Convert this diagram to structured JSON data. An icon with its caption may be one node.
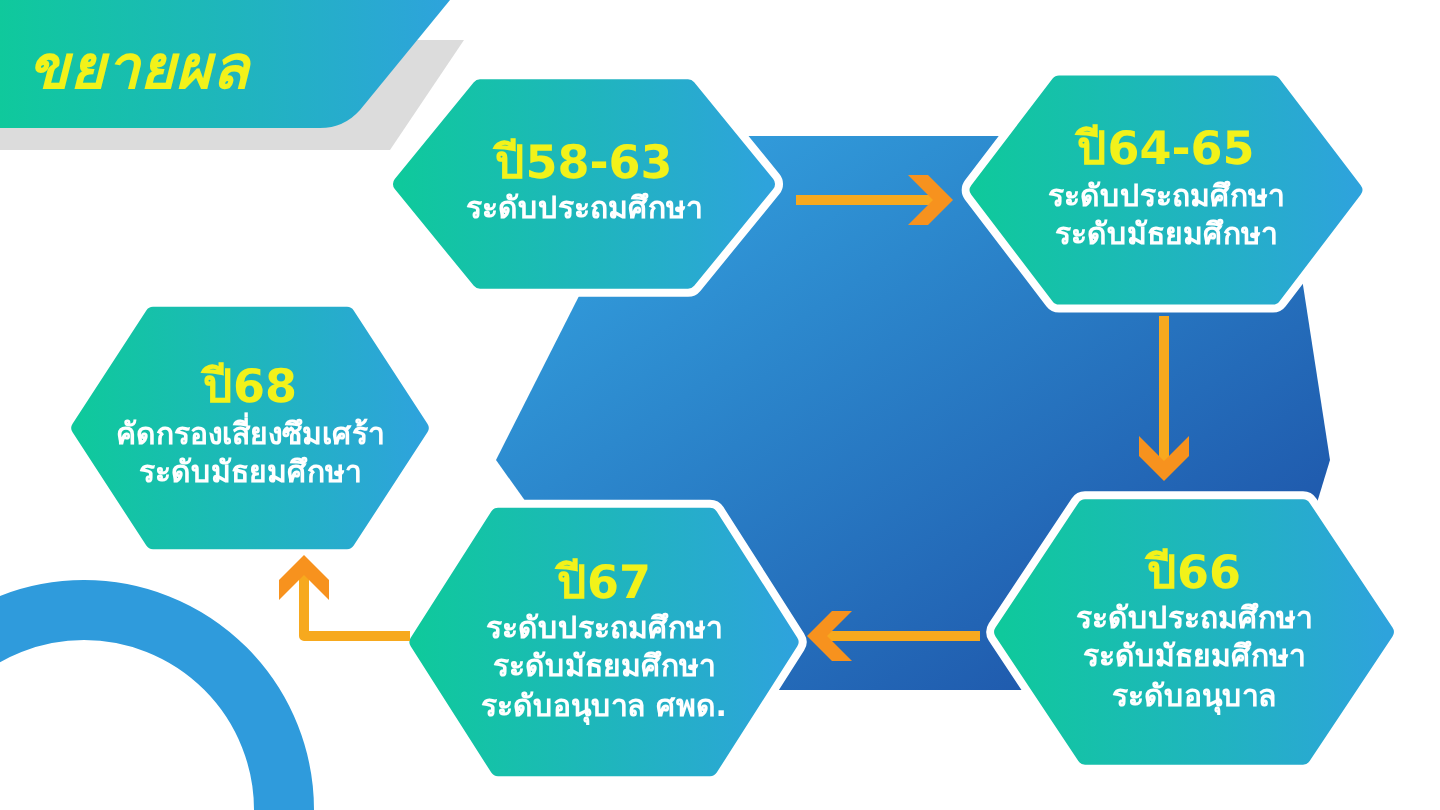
{
  "diagram": {
    "title": "ขยายผล",
    "nodes": [
      {
        "text": [
          "ปี58-63",
          "ระดับประถมศึกษา"
        ]
      },
      {
        "text": [
          "ปี64-65",
          "ระดับประถมศึกษา ระดับมัธยมศึกษา"
        ]
      },
      {
        "text": [
          "ปี66",
          "ระดับประถมศึกษา ระดับมัธยมศึกษา ระดับอนุบาล"
        ]
      },
      {
        "text": [
          "ปี67",
          "ระดับประถมศึกษา ระดับมัธยมศึกษา ระดับอนุบาล ศพด."
        ]
      },
      {
        "text": [
          "ปี68",
          "คัดกรองเสี่ยงซึมเศร้า ระดับมัธยมศึกษา"
        ]
      }
    ],
    "edges": [
      {
        "from": 0,
        "to": 1,
        "arrow": "to"
      },
      {
        "from": 1,
        "to": 2,
        "arrow": "to"
      },
      {
        "from": 2,
        "to": 3,
        "arrow": "to"
      },
      {
        "from": 3,
        "to": 4,
        "arrow": "to"
      }
    ]
  }
}
